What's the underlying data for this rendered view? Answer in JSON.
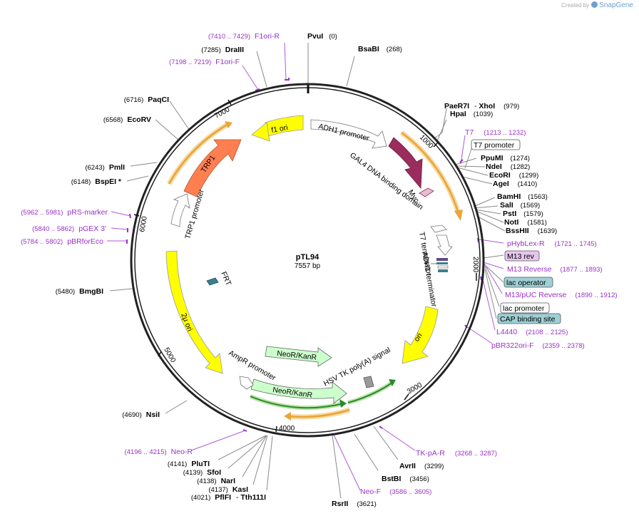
{
  "brand": {
    "created_by": "Created by",
    "app": "SnapGene"
  },
  "plasmid": {
    "name": "pTL94",
    "length": "7557 bp"
  },
  "colors": {
    "backbone": "#222222",
    "enzyme_line": "#888888",
    "primer": "#9b30c8",
    "yellow": "#ffff00",
    "orange_feature": "#ff7f50",
    "plum": "#9b2d5e",
    "neo": "#ccffcc",
    "orange_track": "#f0a030",
    "green_track": "#2a8a2a",
    "highlight_purple": "#e6c6ef",
    "highlight_blue": "#9fd0d6"
  },
  "ticks": [
    "1000",
    "2000",
    "3000",
    "4000",
    "5000",
    "6000",
    "7000"
  ],
  "enzymes": [
    {
      "name": "PvuI",
      "pos": "(0)"
    },
    {
      "name": "BsaBI",
      "pos": "(268)"
    },
    {
      "name": "PaeR7I",
      "name2": "XhoI",
      "pos": "(979)"
    },
    {
      "name": "HpaI",
      "pos": "(1039)"
    },
    {
      "name": "PpuMI",
      "pos": "(1274)"
    },
    {
      "name": "NdeI",
      "pos": "(1282)"
    },
    {
      "name": "EcoRI",
      "pos": "(1299)"
    },
    {
      "name": "AgeI",
      "pos": "(1410)"
    },
    {
      "name": "BamHI",
      "pos": "(1563)"
    },
    {
      "name": "SalI",
      "pos": "(1569)"
    },
    {
      "name": "PstI",
      "pos": "(1579)"
    },
    {
      "name": "NotI",
      "pos": "(1581)"
    },
    {
      "name": "BssHII",
      "pos": "(1639)"
    },
    {
      "name": "AvrII",
      "pos": "(3299)"
    },
    {
      "name": "BstBI",
      "pos": "(3456)"
    },
    {
      "name": "RsrII",
      "pos": "(3621)"
    },
    {
      "name": "PflFI",
      "name2": "Tth111I",
      "pos": "(4021)"
    },
    {
      "name": "KasI",
      "pos": "(4137)"
    },
    {
      "name": "NarI",
      "pos": "(4138)"
    },
    {
      "name": "SfoI",
      "pos": "(4139)"
    },
    {
      "name": "PluTI",
      "pos": "(4141)"
    },
    {
      "name": "NsiI",
      "pos": "(4690)"
    },
    {
      "name": "BmgBI",
      "pos": "(5480)"
    },
    {
      "name": "BspEI *",
      "pos": "(6148)"
    },
    {
      "name": "PmlI",
      "pos": "(6243)"
    },
    {
      "name": "EcoRV",
      "pos": "(6568)"
    },
    {
      "name": "PaqCI",
      "pos": "(6716)"
    },
    {
      "name": "DraIII",
      "pos": "(7285)"
    }
  ],
  "primers": [
    {
      "name": "F1ori-R",
      "range": "(7410 .. 7429)"
    },
    {
      "name": "F1ori-F",
      "range": "(7198 .. 7219)"
    },
    {
      "name": "T7",
      "range": "(1213 .. 1232)"
    },
    {
      "name": "pHybLex-R",
      "range": "(1721 .. 1745)"
    },
    {
      "name": "M13 Reverse",
      "range": "(1877 .. 1893)"
    },
    {
      "name": "M13/pUC Reverse",
      "range": "(1890 .. 1912)"
    },
    {
      "name": "L4440",
      "range": "(2108 .. 2125)"
    },
    {
      "name": "pBR322ori-F",
      "range": "(2359 .. 2378)"
    },
    {
      "name": "TK-pA-R",
      "range": "(3268 .. 3287)"
    },
    {
      "name": "Neo-F",
      "range": "(3586 .. 3605)"
    },
    {
      "name": "Neo-R",
      "range": "(4196 .. 4215)"
    },
    {
      "name": "pRS-marker",
      "range": "(5962 .. 5981)"
    },
    {
      "name": "pGEX 3'",
      "range": "(5840 .. 5862)"
    },
    {
      "name": "pBRforEco",
      "range": "(5784 .. 5802)"
    }
  ],
  "boxed_labels": [
    {
      "name": "T7 promoter",
      "kind": "plain"
    },
    {
      "name": "M13 rev",
      "kind": "purple"
    },
    {
      "name": "lac operator",
      "kind": "blue"
    },
    {
      "name": "lac promoter",
      "kind": "plain"
    },
    {
      "name": "CAP binding site",
      "kind": "blue"
    }
  ],
  "features": [
    {
      "name": "f1 ori"
    },
    {
      "name": "ADH1 promoter"
    },
    {
      "name": "GAL4 DNA binding domain"
    },
    {
      "name": "Myc"
    },
    {
      "name": "T7 terminator"
    },
    {
      "name": "ADH1 terminator"
    },
    {
      "name": "TRP1"
    },
    {
      "name": "TRP1 promoter"
    },
    {
      "name": "FRT"
    },
    {
      "name": "2μ ori"
    },
    {
      "name": "AmpR promoter"
    },
    {
      "name": "NeoR/KanR"
    },
    {
      "name": "NeoR/KanR"
    },
    {
      "name": "HSV TK poly(A) signal"
    },
    {
      "name": "ori"
    }
  ]
}
